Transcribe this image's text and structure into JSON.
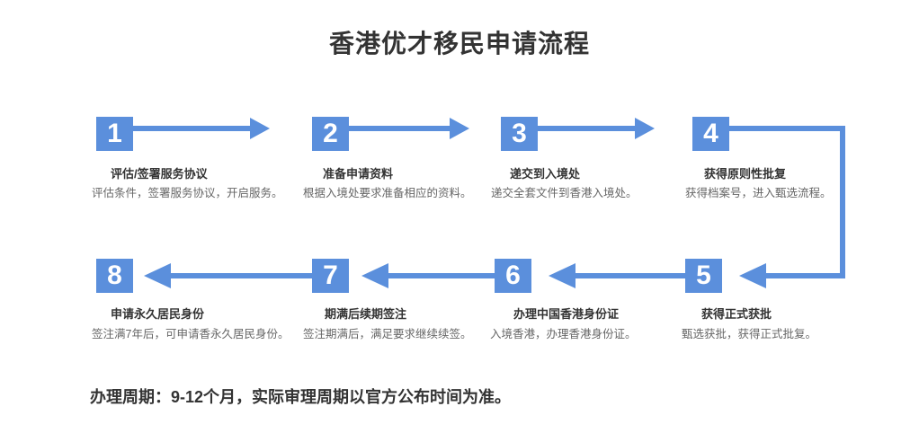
{
  "title": "香港优才移民申请流程",
  "footer": "办理周期：9-12个月，实际审理周期以官方公布时间为准。",
  "colors": {
    "accent": "#5b8fdc",
    "title_text": "#333333",
    "desc_text": "#666666"
  },
  "steps": [
    {
      "number": "1",
      "title": "评估/签署服务协议",
      "desc": "评估条件，签署服务协议，开启服务。"
    },
    {
      "number": "2",
      "title": "准备申请资料",
      "desc": "根据入境处要求准备相应的资料。"
    },
    {
      "number": "3",
      "title": "递交到入境处",
      "desc": "递交全套文件到香港入境处。"
    },
    {
      "number": "4",
      "title": "获得原则性批复",
      "desc": "获得档案号，进入甄选流程。"
    },
    {
      "number": "5",
      "title": "获得正式获批",
      "desc": "甄选获批，获得正式批复。"
    },
    {
      "number": "6",
      "title": "办理中国香港身份证",
      "desc": "入境香港，办理香港身份证。"
    },
    {
      "number": "7",
      "title": "期满后续期签注",
      "desc": "签注期满后，满足要求继续续签。"
    },
    {
      "number": "8",
      "title": "申请永久居民身份",
      "desc": "签注满7年后，可申请香永久居民身份。"
    }
  ]
}
